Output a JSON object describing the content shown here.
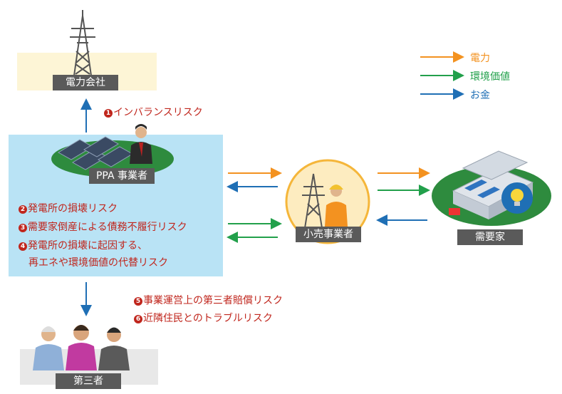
{
  "colors": {
    "electricity": "#f39220",
    "env_value": "#22a04b",
    "money": "#1f6fb5",
    "risk": "#c0261d"
  },
  "legend": {
    "electricity": "電力",
    "env_value": "環境価値",
    "money": "お金"
  },
  "nodes": {
    "power_company": "電力会社",
    "ppa_operator": "PPA 事業者",
    "retailer": "小売事業者",
    "consumer": "需要家",
    "third_party": "第三者"
  },
  "risks": {
    "r1": {
      "num": "1",
      "text": "インバランスリスク"
    },
    "r2": {
      "num": "2",
      "text": "発電所の損壊リスク"
    },
    "r3": {
      "num": "3",
      "text": "需要家倒産による債務不履行リスク"
    },
    "r4": {
      "num": "4",
      "text": "発電所の損壊に起因する、"
    },
    "r4b": {
      "text": "再エネや環境価値の代替リスク"
    },
    "r5": {
      "num": "5",
      "text": "事業運営上の第三者賠償リスク"
    },
    "r6": {
      "num": "6",
      "text": "近隣住民とのトラブルリスク"
    }
  }
}
